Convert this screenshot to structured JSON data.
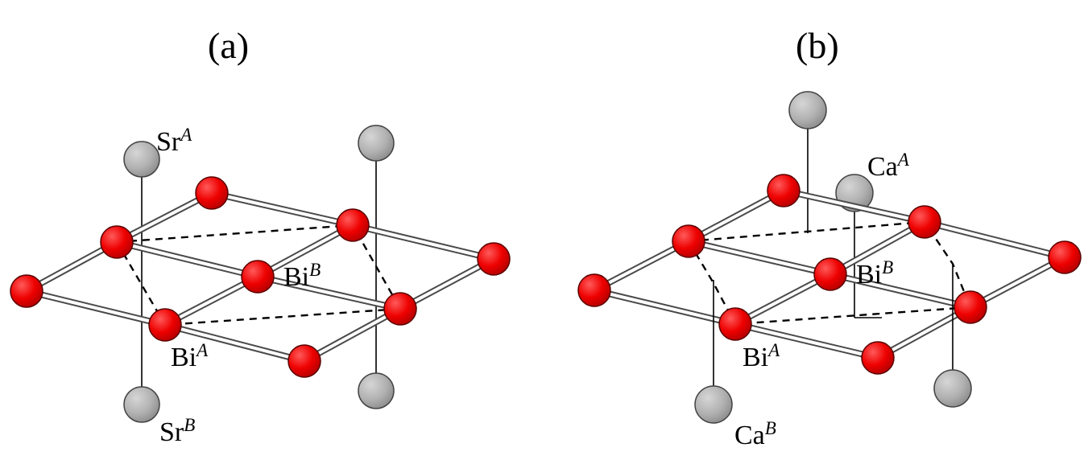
{
  "panels": [
    {
      "label": "(a)",
      "labels": {
        "sr_a": {
          "base": "Sr",
          "sup": "A"
        },
        "sr_b": {
          "base": "Sr",
          "sup": "B"
        },
        "bi_a": {
          "base": "Bi",
          "sup": "A"
        },
        "bi_b": {
          "base": "Bi",
          "sup": "B"
        }
      }
    },
    {
      "label": "(b)",
      "labels": {
        "ca_a": {
          "base": "Ca",
          "sup": "A"
        },
        "ca_b": {
          "base": "Ca",
          "sup": "B"
        },
        "bi_a": {
          "base": "Bi",
          "sup": "A"
        },
        "bi_b": {
          "base": "Bi",
          "sup": "B"
        }
      }
    }
  ],
  "colors": {
    "bi_atom": "#ff0000",
    "ion_atom": "#b4b4b4"
  }
}
